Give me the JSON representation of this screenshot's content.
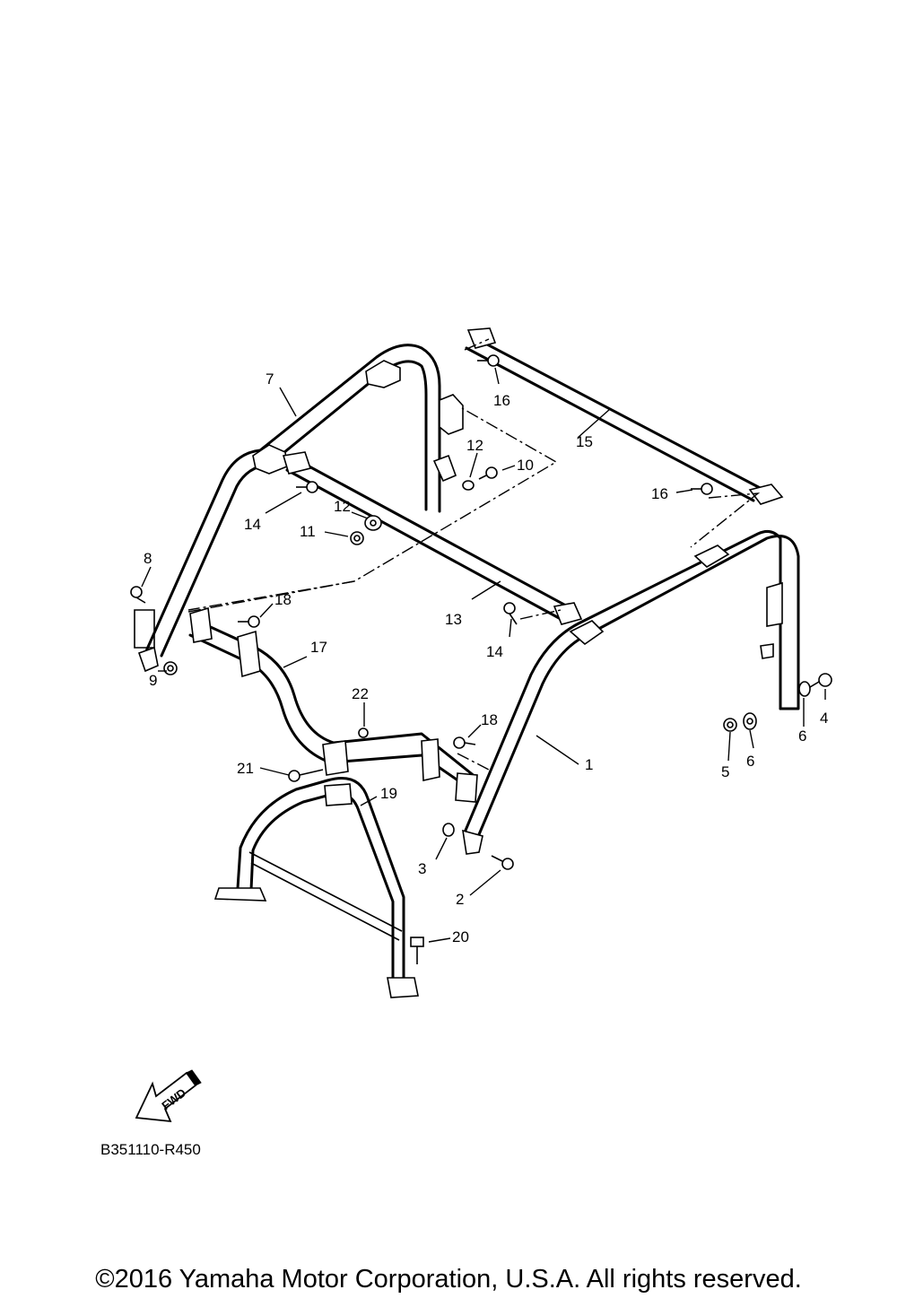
{
  "callouts": {
    "c1": "1",
    "c2": "2",
    "c3": "3",
    "c4": "4",
    "c5": "5",
    "c6a": "6",
    "c6b": "6",
    "c7": "7",
    "c8": "8",
    "c9": "9",
    "c10": "10",
    "c11": "11",
    "c12a": "12",
    "c12b": "12",
    "c13": "13",
    "c14a": "14",
    "c14b": "14",
    "c15": "15",
    "c16a": "16",
    "c16b": "16",
    "c17": "17",
    "c18a": "18",
    "c18b": "18",
    "c19": "19",
    "c20": "20",
    "c21": "21",
    "c22": "22"
  },
  "fwd_label": "FWD",
  "reference_code": "B351110-R450",
  "copyright": "©2016 Yamaha Motor Corporation, U.S.A. All rights reserved."
}
